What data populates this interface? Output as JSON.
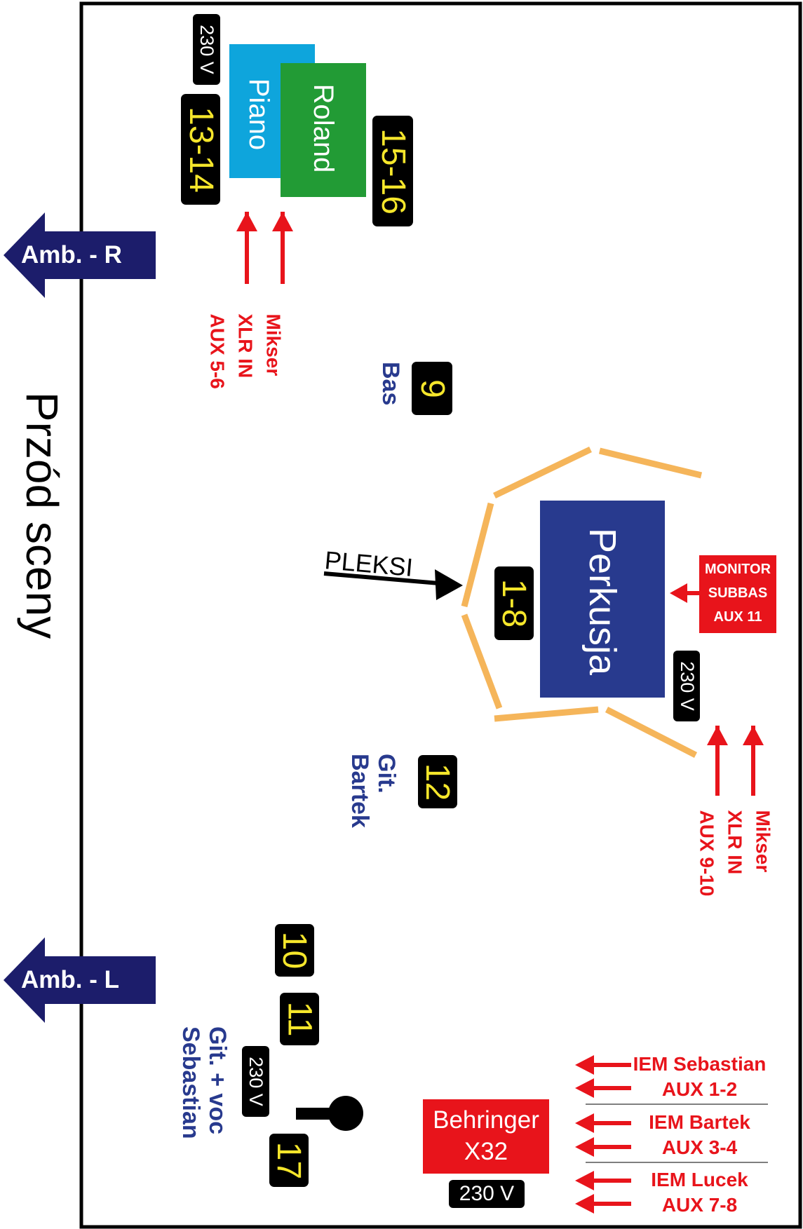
{
  "front_label": "Przód sceny",
  "ambience": {
    "right": "Amb. - R",
    "left": "Amb. - L"
  },
  "keyboards": {
    "piano": "Piano",
    "roland": "Roland",
    "piano_channels": "13-14",
    "roland_channels": "15-16",
    "power": "230 V",
    "feed": [
      "Mikser",
      "XLR IN",
      "AUX 5-6"
    ]
  },
  "bass": {
    "channel": "9",
    "label": "Bas"
  },
  "drums": {
    "label": "Perkusja",
    "channels": "1-8",
    "plexi": "PLEKSI",
    "power": "230 V",
    "monitor": [
      "MONITOR",
      "SUBBAS",
      "AUX 11"
    ],
    "feed": [
      "Mikser",
      "XLR IN",
      "AUX 9-10"
    ]
  },
  "guitar_bartek": {
    "channel": "12",
    "label": [
      "Git.",
      "Bartek"
    ]
  },
  "guitar_sebastian": {
    "channel_a": "10",
    "channel_b": "11",
    "voc_channel": "17",
    "power": "230 V",
    "label": [
      "Git. + voc",
      "Sebastian"
    ]
  },
  "mixer": {
    "name": [
      "Behringer",
      "X32"
    ],
    "power": "230 V"
  },
  "iem": [
    {
      "name": "IEM Sebastian",
      "aux": "AUX 1-2"
    },
    {
      "name": "IEM Bartek",
      "aux": "AUX 3-4"
    },
    {
      "name": "IEM Lucek",
      "aux": "AUX 7-8"
    }
  ],
  "colors": {
    "piano": "#0ea5dc",
    "roland": "#229b35",
    "drums": "#283a8e",
    "red": "#e8141b",
    "plexi": "#f5b55a",
    "channel_text": "#f5e62b",
    "amb_arrow": "#1c1d6b"
  }
}
